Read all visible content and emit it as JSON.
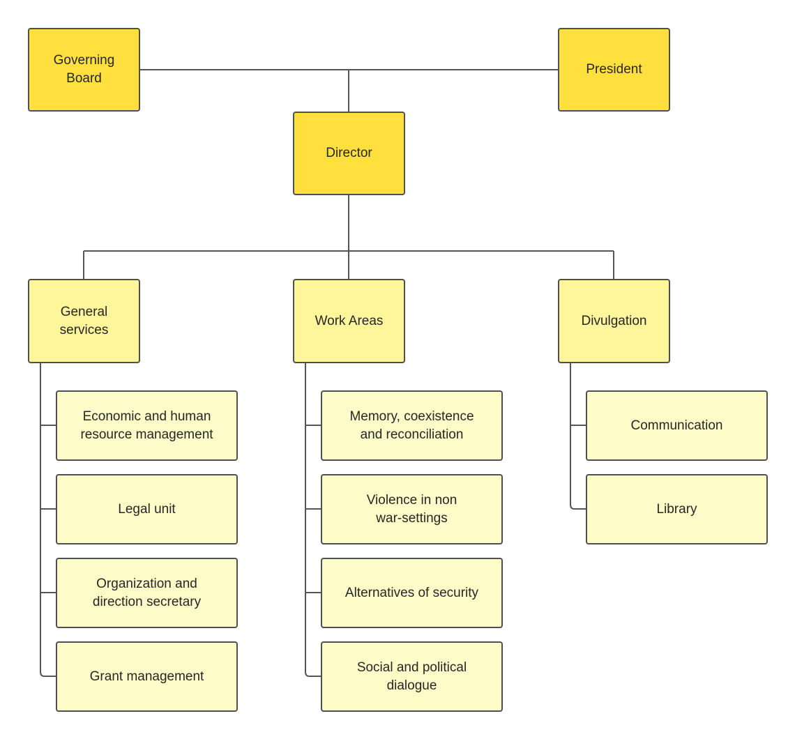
{
  "colors": {
    "top_fill": "#ffe03f",
    "dept_fill": "#fff59a",
    "unit_fill": "#fdfcc9",
    "stroke": "#4f4f4f",
    "connector": "#555555"
  },
  "top": {
    "governing_board": "Governing Board",
    "president": "President",
    "director": "Director"
  },
  "departments": {
    "general_services": {
      "label": "General services",
      "units": [
        "Economic and human resource management",
        "Legal unit",
        "Organization and direction secretary",
        "Grant management"
      ]
    },
    "work_areas": {
      "label": "Work Areas",
      "units": [
        "Memory, coexistence and reconciliation",
        "Violence in non war-settings",
        "Alternatives of security",
        "Social and political dialogue"
      ]
    },
    "divulgation": {
      "label": "Divulgation",
      "units": [
        "Communication",
        "Library"
      ]
    }
  }
}
